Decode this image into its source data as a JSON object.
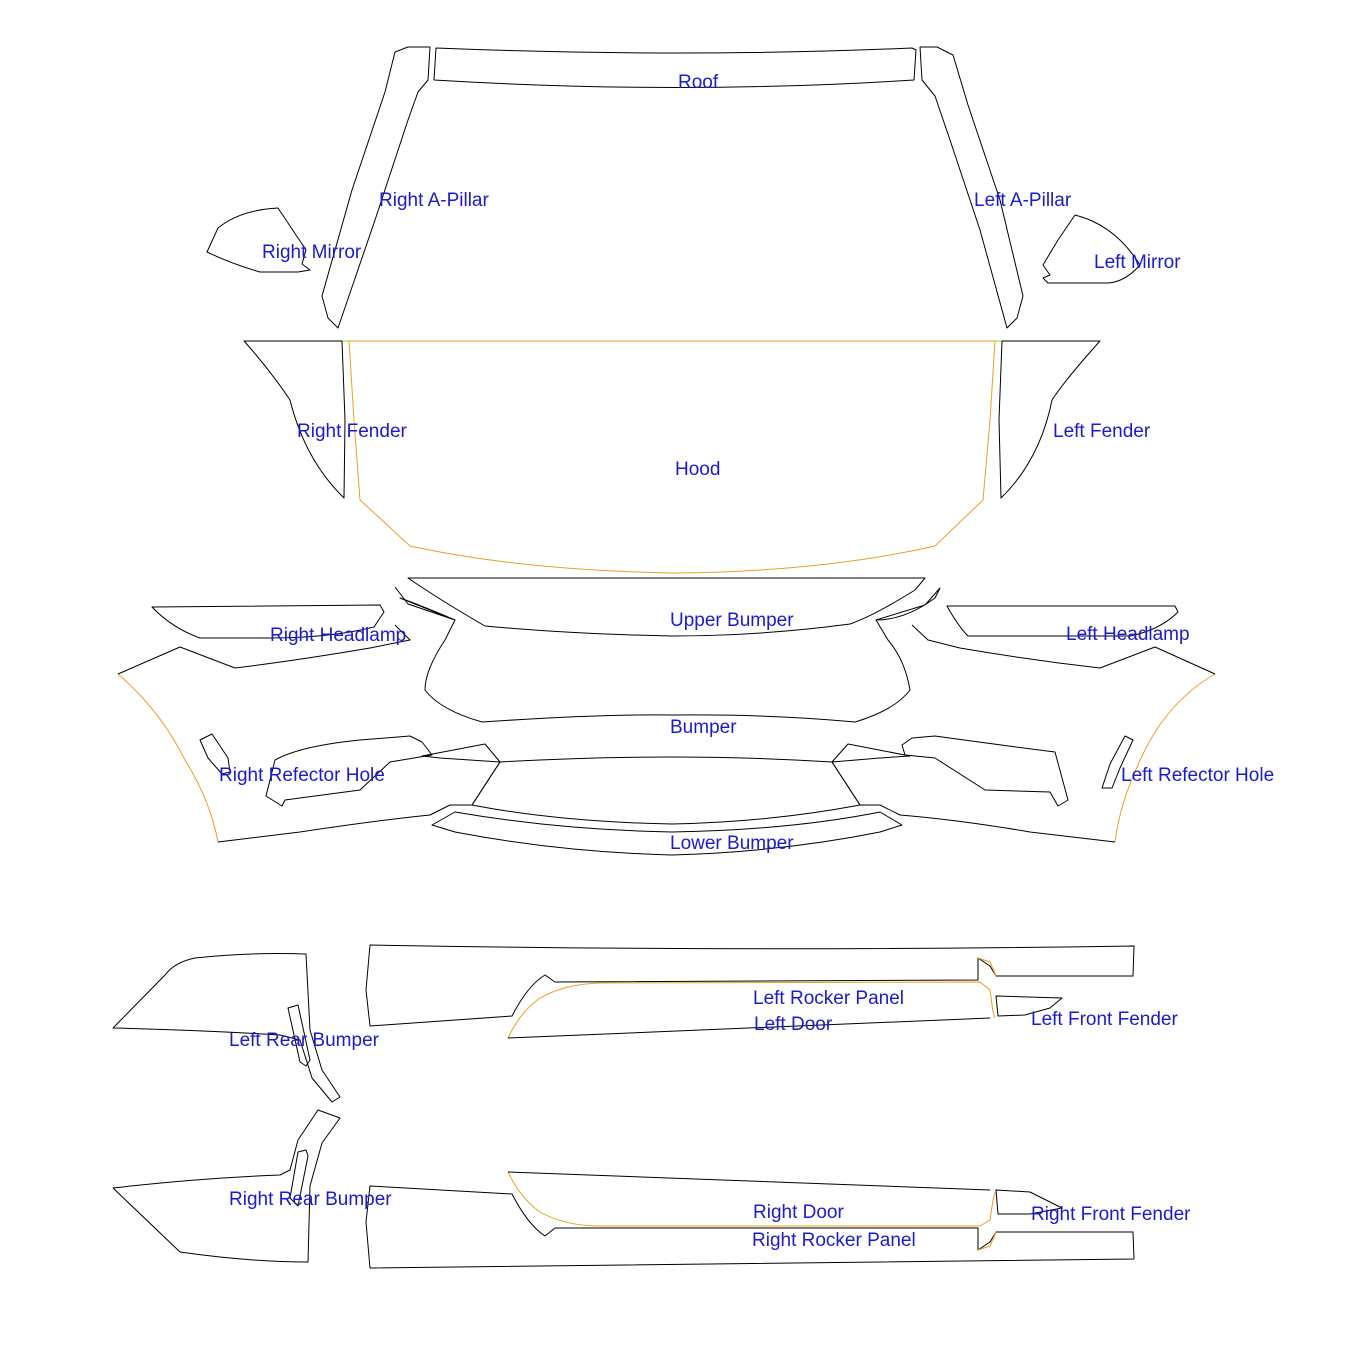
{
  "colors": {
    "outline": "#000000",
    "highlight_outline": "#e8a020",
    "hood_top_edge": "#88dd44",
    "label": "#1a1ad8"
  },
  "parts": {
    "roof": "Roof",
    "right_a_pillar": "Right A-Pillar",
    "left_a_pillar": "Left A-Pillar",
    "right_mirror": "Right Mirror",
    "left_mirror": "Left Mirror",
    "right_fender": "Right Fender",
    "left_fender": "Left Fender",
    "hood": "Hood",
    "upper_bumper": "Upper Bumper",
    "right_headlamp": "Right Headlamp",
    "left_headlamp": "Left Headlamp",
    "bumper": "Bumper",
    "right_refector_hole": "Right Refector Hole",
    "left_refector_hole": "Left Refector Hole",
    "lower_bumper": "Lower Bumper",
    "left_rocker_panel": "Left Rocker Panel",
    "left_door": "Left Door",
    "left_front_fender": "Left Front Fender",
    "left_rear_bumper": "Left Rear Bumper",
    "right_rear_bumper": "Right Rear Bumper",
    "right_door": "Right Door",
    "right_front_fender": "Right Front Fender",
    "right_rocker_panel": "Right Rocker Panel"
  }
}
